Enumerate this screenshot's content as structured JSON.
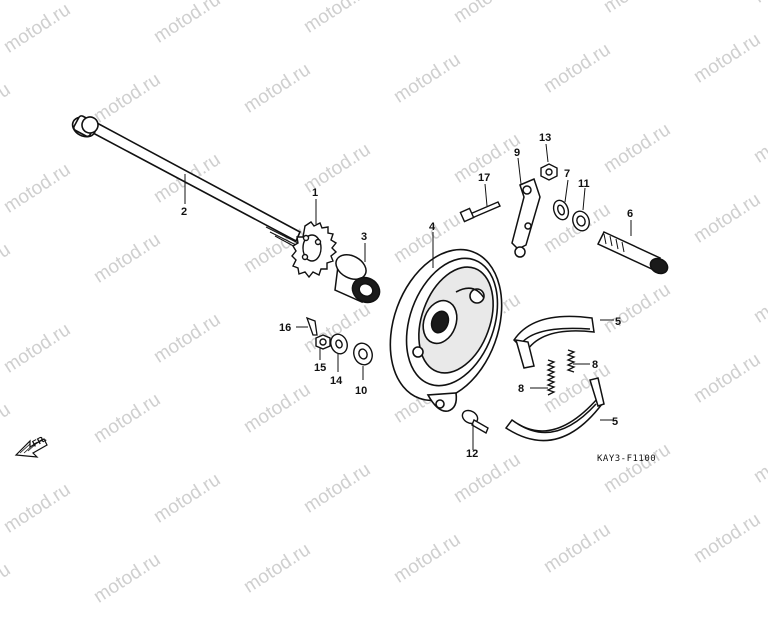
{
  "watermark": "motod.ru",
  "reference_code": "KAY3-F1100",
  "front_indicator": "FR.",
  "callouts": {
    "1": "1",
    "2": "2",
    "3": "3",
    "4": "4",
    "5a": "5",
    "5b": "5",
    "6": "6",
    "7": "7",
    "8a": "8",
    "8b": "8",
    "9": "9",
    "10": "10",
    "11": "11",
    "12": "12",
    "13": "13",
    "14": "14",
    "15": "15",
    "16": "16",
    "17": "17"
  }
}
